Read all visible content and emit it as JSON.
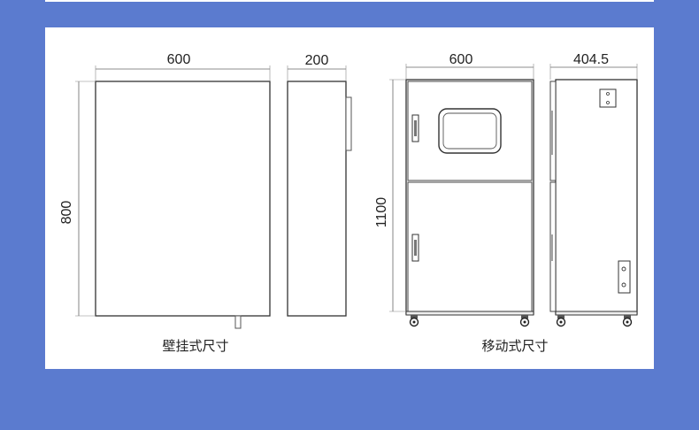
{
  "diagram": {
    "wall_mounted": {
      "width_label": "600",
      "depth_label": "200",
      "height_label": "800",
      "caption": "壁挂式尺寸"
    },
    "mobile": {
      "width_label": "600",
      "depth_label": "404.5",
      "height_label": "1100",
      "caption": "移动式尺寸"
    }
  },
  "colors": {
    "background": "#5b7bcf",
    "panel": "#ffffff",
    "line": "#444444"
  }
}
